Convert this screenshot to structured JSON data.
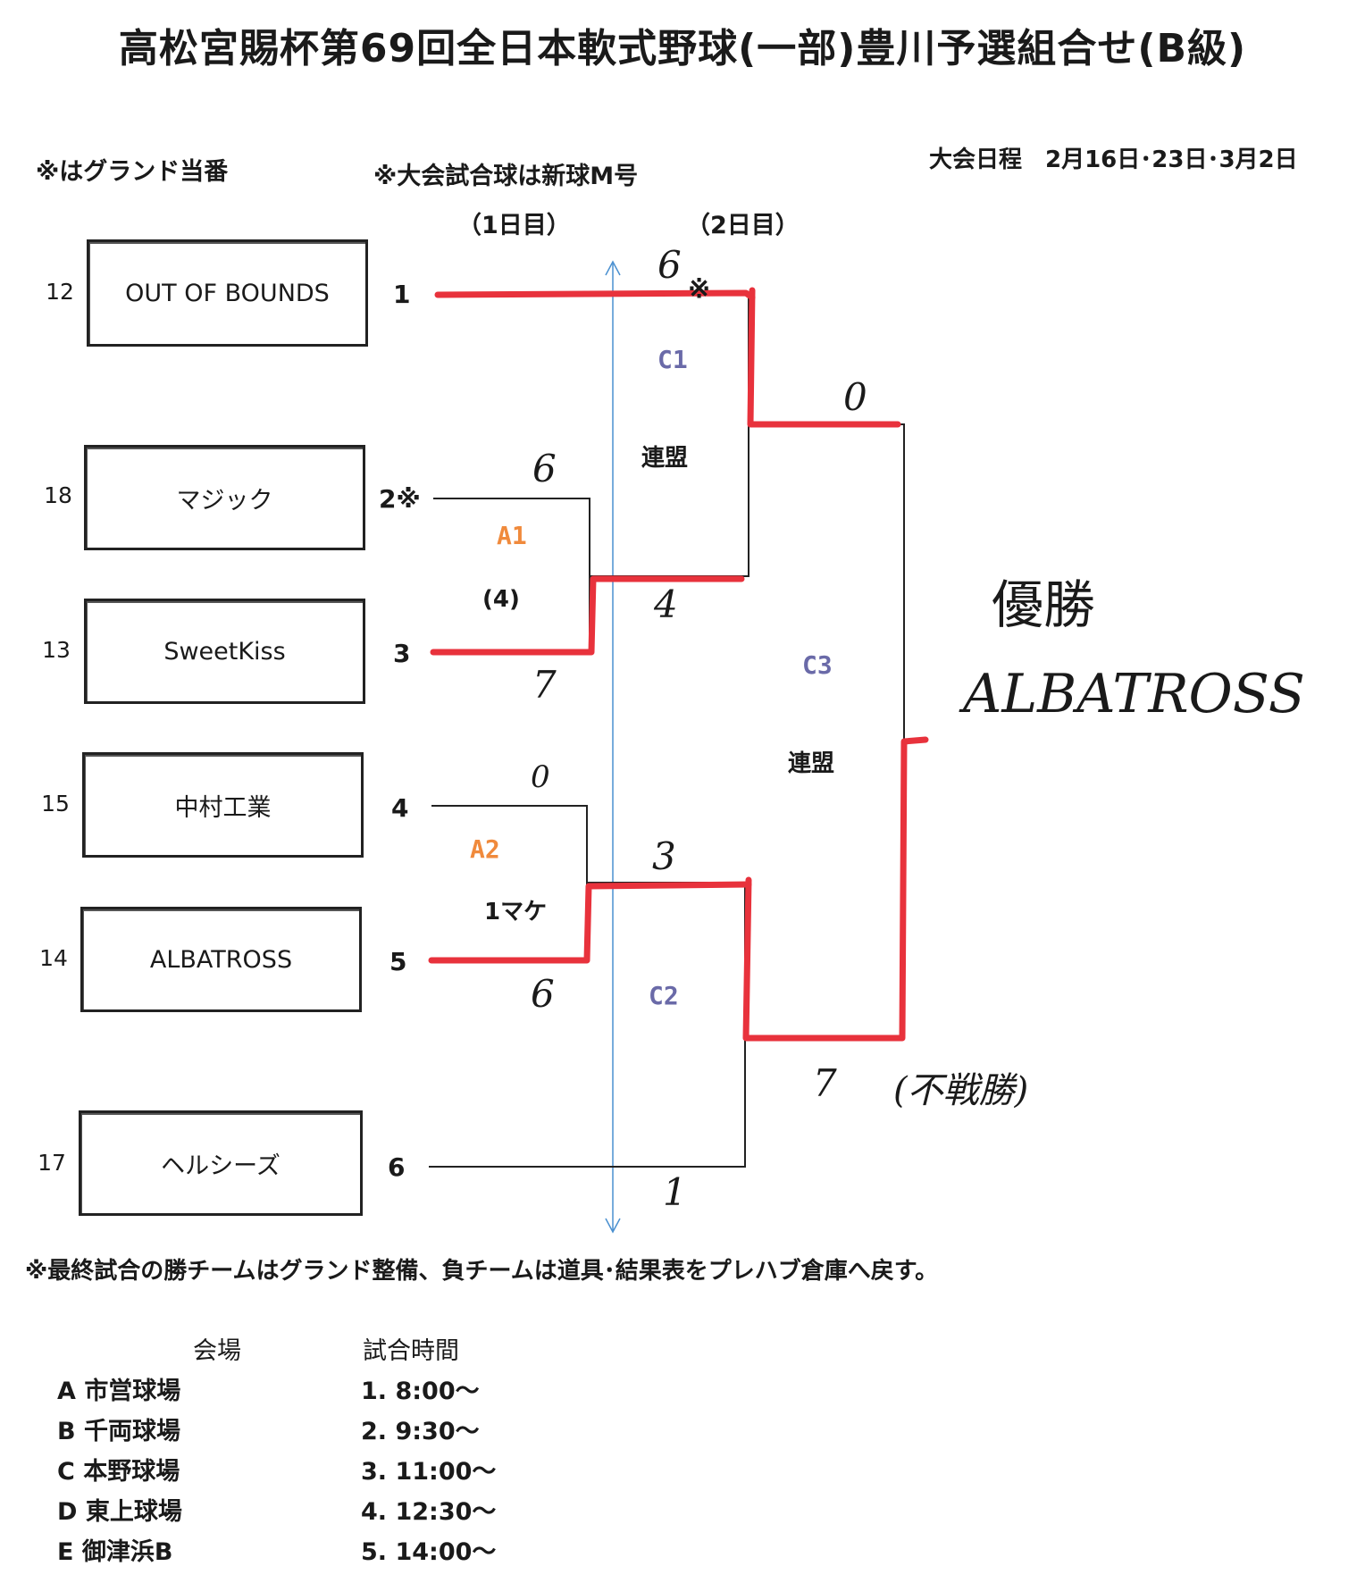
{
  "title": "高松宮賜杯第69回全日本軟式野球(一部)豊川予選組合せ(B級)",
  "note_ground": "※はグランド当番",
  "note_ball": "※大会試合球は新球M号",
  "schedule": "大会日程　2月16日･23日･3月2日",
  "day1": "（1日目）",
  "day2": "（2日目）",
  "teams": [
    {
      "seed": "12",
      "name": "OUT OF BOUNDS",
      "slot": "1"
    },
    {
      "seed": "18",
      "name": "マジック",
      "slot": "2※"
    },
    {
      "seed": "13",
      "name": "SweetKiss",
      "slot": "3"
    },
    {
      "seed": "15",
      "name": "中村工業",
      "slot": "4"
    },
    {
      "seed": "14",
      "name": "ALBATROSS",
      "slot": "5"
    },
    {
      "seed": "17",
      "name": "ヘルシーズ",
      "slot": "6"
    }
  ],
  "games": {
    "a1": {
      "label": "A1",
      "sub": "(4)"
    },
    "a2": {
      "label": "A2",
      "sub": "1マケ"
    },
    "c1": {
      "label": "C1",
      "sub": "連盟"
    },
    "c2": {
      "label": "C2"
    },
    "c3": {
      "label": "C3",
      "sub": "連盟"
    }
  },
  "handwritten": {
    "s_c1_top": "6",
    "s_c1_mark": "※",
    "s_a1_top": "6",
    "s_a1_bottom": "7",
    "s_c1_bottom": "4",
    "s_c3_top": "0",
    "s_a2_top": "0",
    "s_a2_bottom": "6",
    "s_c2_top": "3",
    "s_c2_bottom": "1",
    "s_c3_bottom": "7",
    "forfeit": "(不戦勝)",
    "winner_label": "優勝",
    "winner_name": "ALBATROSS"
  },
  "footer_note": "※最終試合の勝チームはグランド整備、負チームは道具･結果表をプレハブ倉庫へ戻す。",
  "venue_header": "会場",
  "time_header": "試合時間",
  "venues": [
    {
      "code": "A",
      "name": "市営球場"
    },
    {
      "code": "B",
      "name": "千両球場"
    },
    {
      "code": "C",
      "name": "本野球場"
    },
    {
      "code": "D",
      "name": "東上球場"
    },
    {
      "code": "E",
      "name": "御津浜B"
    }
  ],
  "times": [
    "1. 8:00～",
    "2. 9:30～",
    "3. 11:00～",
    "4. 12:30～",
    "5. 14:00～"
  ],
  "colors": {
    "win_line": "#e8323c",
    "line": "#222222",
    "divider": "#4a90d0",
    "game_label": "#f08a3c",
    "round_label": "#6a6aa8"
  }
}
